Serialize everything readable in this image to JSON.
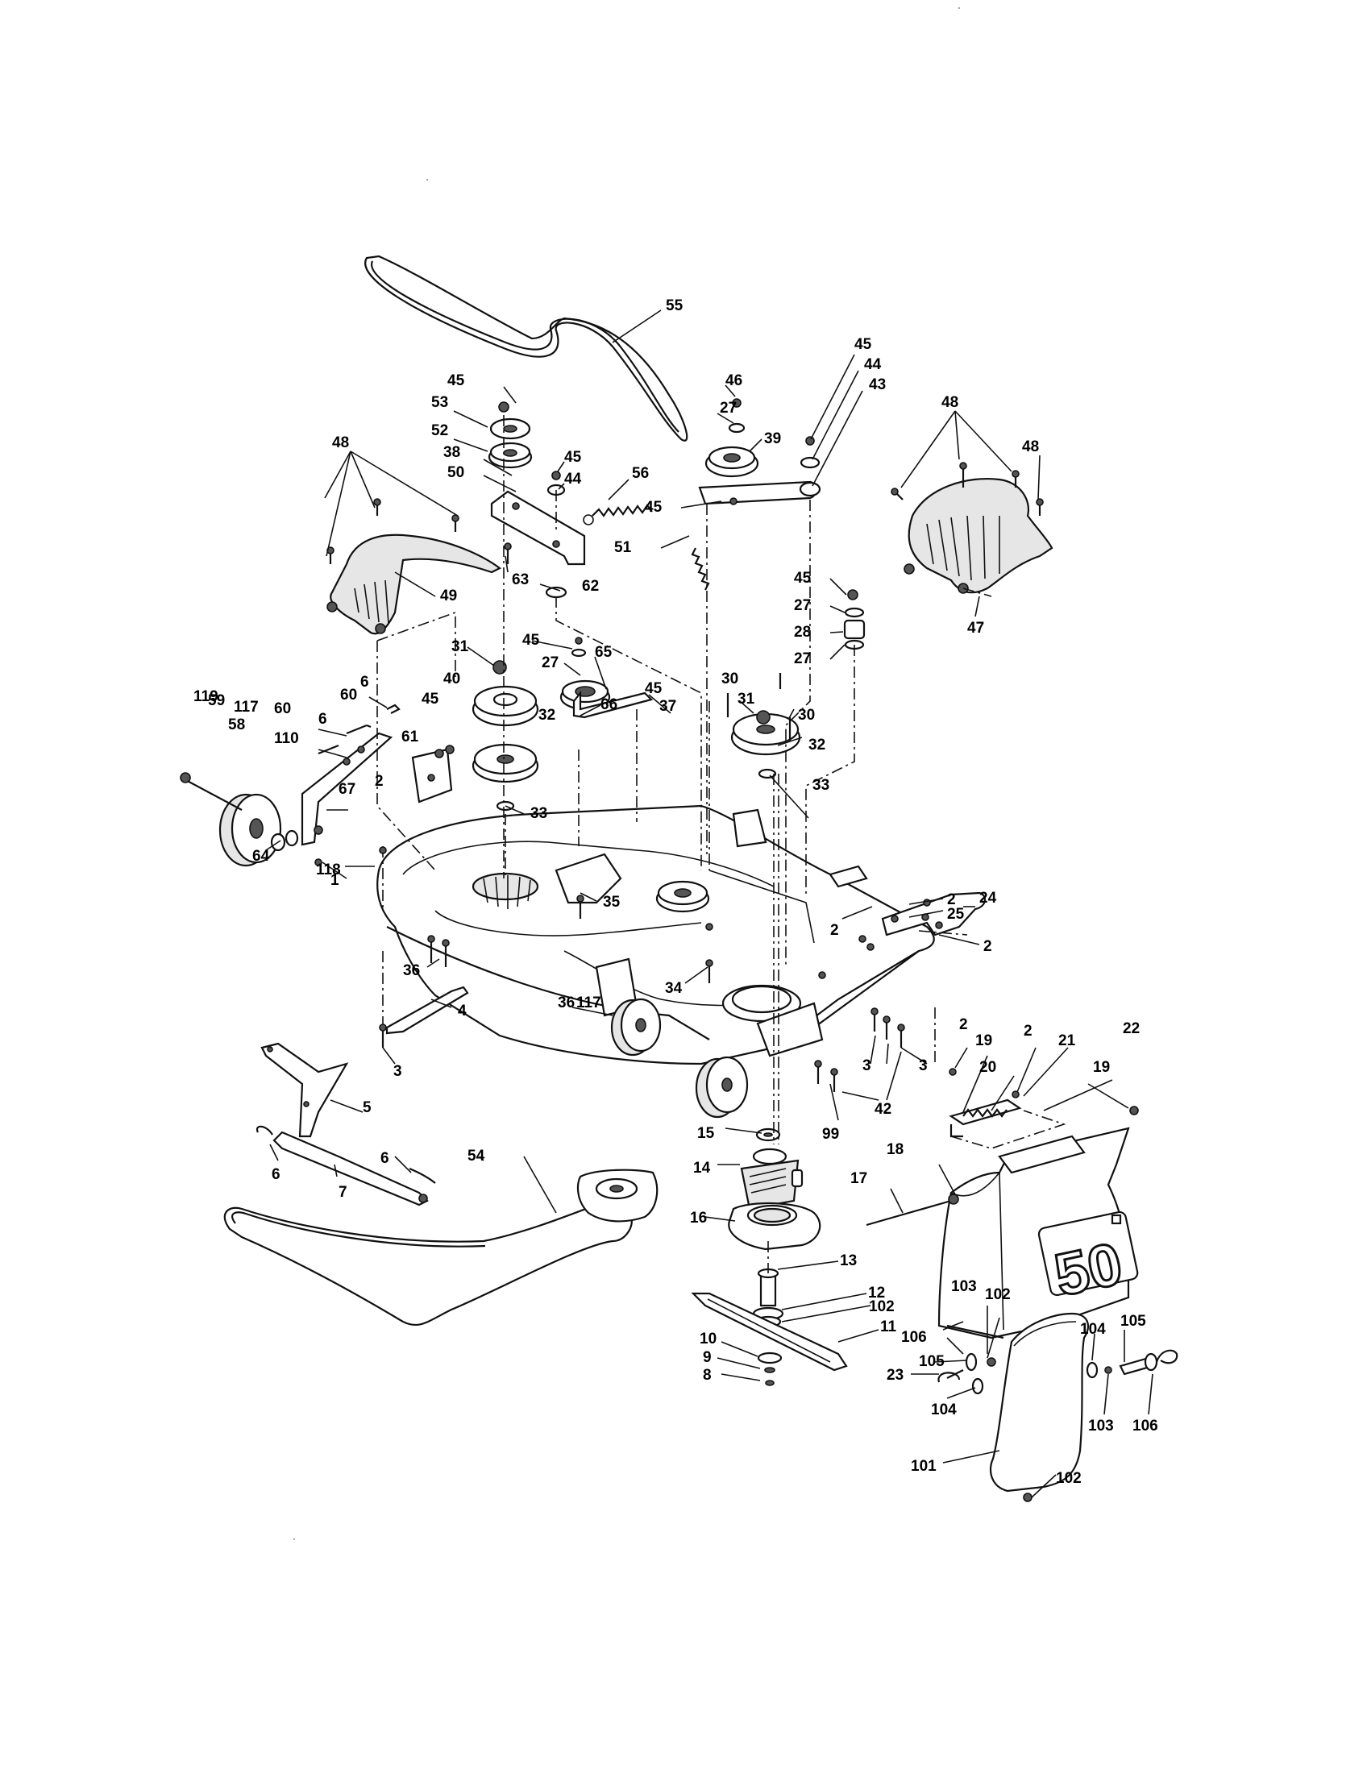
{
  "diagram": {
    "deck_badge": "50",
    "callouts": [
      {
        "id": "c55",
        "text": "55"
      },
      {
        "id": "c45a",
        "text": "45"
      },
      {
        "id": "c53",
        "text": "53"
      },
      {
        "id": "c52",
        "text": "52"
      },
      {
        "id": "c38",
        "text": "38"
      },
      {
        "id": "c50",
        "text": "50"
      },
      {
        "id": "c45b",
        "text": "45"
      },
      {
        "id": "c44a",
        "text": "44"
      },
      {
        "id": "c56",
        "text": "56"
      },
      {
        "id": "c46",
        "text": "46"
      },
      {
        "id": "c27a",
        "text": "27"
      },
      {
        "id": "c39",
        "text": "39"
      },
      {
        "id": "c45c",
        "text": "45"
      },
      {
        "id": "c44b",
        "text": "44"
      },
      {
        "id": "c43",
        "text": "43"
      },
      {
        "id": "c45d",
        "text": "45"
      },
      {
        "id": "c51",
        "text": "51"
      },
      {
        "id": "c48a",
        "text": "48"
      },
      {
        "id": "c48b",
        "text": "48"
      },
      {
        "id": "c48c",
        "text": "48"
      },
      {
        "id": "c49",
        "text": "49"
      },
      {
        "id": "c63",
        "text": "63"
      },
      {
        "id": "c62",
        "text": "62"
      },
      {
        "id": "c47",
        "text": "47"
      },
      {
        "id": "c45e",
        "text": "45"
      },
      {
        "id": "c27b",
        "text": "27"
      },
      {
        "id": "c28",
        "text": "28"
      },
      {
        "id": "c27c",
        "text": "27"
      },
      {
        "id": "c31a",
        "text": "31"
      },
      {
        "id": "c45f",
        "text": "45"
      },
      {
        "id": "c27d",
        "text": "27"
      },
      {
        "id": "c40",
        "text": "40"
      },
      {
        "id": "c65",
        "text": "65"
      },
      {
        "id": "c30a",
        "text": "30"
      },
      {
        "id": "c119",
        "text": "119"
      },
      {
        "id": "c59",
        "text": "59"
      },
      {
        "id": "c117a",
        "text": "117"
      },
      {
        "id": "c58",
        "text": "58"
      },
      {
        "id": "c60a",
        "text": "60"
      },
      {
        "id": "c6a",
        "text": "6"
      },
      {
        "id": "c60b",
        "text": "60"
      },
      {
        "id": "c6b",
        "text": "6"
      },
      {
        "id": "c45g",
        "text": "45"
      },
      {
        "id": "c61",
        "text": "61"
      },
      {
        "id": "c66",
        "text": "66"
      },
      {
        "id": "c45h",
        "text": "45"
      },
      {
        "id": "c37",
        "text": "37"
      },
      {
        "id": "c31b",
        "text": "31"
      },
      {
        "id": "c30b",
        "text": "30"
      },
      {
        "id": "c32a",
        "text": "32"
      },
      {
        "id": "c32b",
        "text": "32"
      },
      {
        "id": "c110",
        "text": "110"
      },
      {
        "id": "c67",
        "text": "67"
      },
      {
        "id": "c2a",
        "text": "2"
      },
      {
        "id": "c33a",
        "text": "33"
      },
      {
        "id": "c33b",
        "text": "33"
      },
      {
        "id": "c64",
        "text": "64"
      },
      {
        "id": "c118",
        "text": "118"
      },
      {
        "id": "c1",
        "text": "1"
      },
      {
        "id": "c35",
        "text": "35"
      },
      {
        "id": "c2b",
        "text": "2"
      },
      {
        "id": "c25",
        "text": "25"
      },
      {
        "id": "c24",
        "text": "24"
      },
      {
        "id": "c2c",
        "text": "2"
      },
      {
        "id": "c2d",
        "text": "2"
      },
      {
        "id": "c36a",
        "text": "36"
      },
      {
        "id": "c34",
        "text": "34"
      },
      {
        "id": "c4",
        "text": "4"
      },
      {
        "id": "c36b",
        "text": "36"
      },
      {
        "id": "c117b",
        "text": "117"
      },
      {
        "id": "c3a",
        "text": "3"
      },
      {
        "id": "c3b",
        "text": "3"
      },
      {
        "id": "c3c",
        "text": "3"
      },
      {
        "id": "c42",
        "text": "42"
      },
      {
        "id": "c2e",
        "text": "2"
      },
      {
        "id": "c19a",
        "text": "19"
      },
      {
        "id": "c2f",
        "text": "2"
      },
      {
        "id": "c21",
        "text": "21"
      },
      {
        "id": "c22",
        "text": "22"
      },
      {
        "id": "c20",
        "text": "20"
      },
      {
        "id": "c19b",
        "text": "19"
      },
      {
        "id": "c5",
        "text": "5"
      },
      {
        "id": "c15",
        "text": "15"
      },
      {
        "id": "c99",
        "text": "99"
      },
      {
        "id": "c18",
        "text": "18"
      },
      {
        "id": "c6c",
        "text": "6"
      },
      {
        "id": "c6d",
        "text": "6"
      },
      {
        "id": "c7",
        "text": "7"
      },
      {
        "id": "c54",
        "text": "54"
      },
      {
        "id": "c14",
        "text": "14"
      },
      {
        "id": "c17",
        "text": "17"
      },
      {
        "id": "c16",
        "text": "16"
      },
      {
        "id": "c13",
        "text": "13"
      },
      {
        "id": "c12",
        "text": "12"
      },
      {
        "id": "c102a",
        "text": "102"
      },
      {
        "id": "c103a",
        "text": "103"
      },
      {
        "id": "c102b",
        "text": "102"
      },
      {
        "id": "c11",
        "text": "11"
      },
      {
        "id": "c10",
        "text": "10"
      },
      {
        "id": "c9",
        "text": "9"
      },
      {
        "id": "c8",
        "text": "8"
      },
      {
        "id": "c106a",
        "text": "106"
      },
      {
        "id": "c104a",
        "text": "104"
      },
      {
        "id": "c105a",
        "text": "105"
      },
      {
        "id": "c105b",
        "text": "105"
      },
      {
        "id": "c23",
        "text": "23"
      },
      {
        "id": "c104b",
        "text": "104"
      },
      {
        "id": "c103b",
        "text": "103"
      },
      {
        "id": "c106b",
        "text": "106"
      },
      {
        "id": "c101",
        "text": "101"
      },
      {
        "id": "c102c",
        "text": "102"
      }
    ]
  }
}
